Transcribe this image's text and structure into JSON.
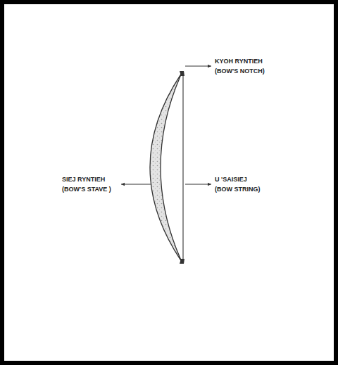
{
  "diagram": {
    "labels": [
      "KYOH RYNTIEH (BOW'S NOTCH)",
      "SIEJ RYNTIEH (BOW'S STAVE )",
      "U 'SAISIEJ (BOW STRING)"
    ]
  }
}
